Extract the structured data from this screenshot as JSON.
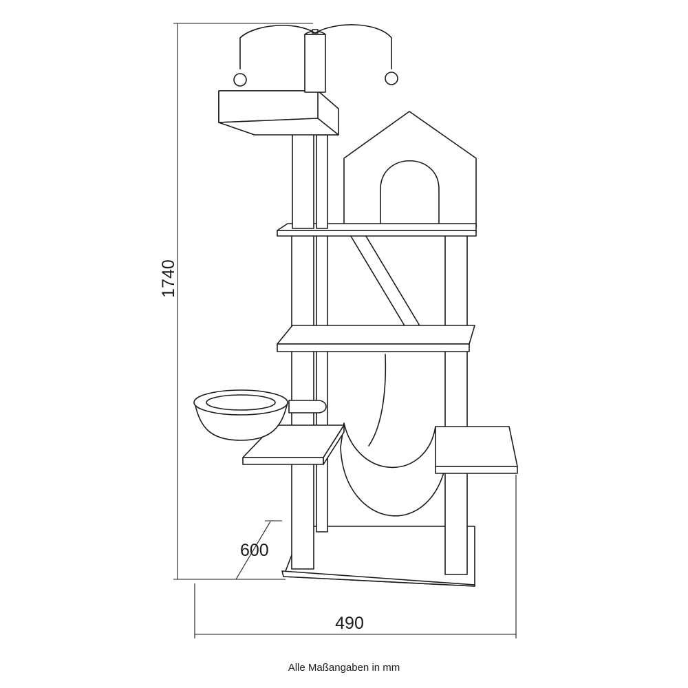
{
  "dimensions": {
    "height": "1740",
    "depth": "600",
    "width": "490"
  },
  "caption": "Alle Maßangaben in mm"
}
